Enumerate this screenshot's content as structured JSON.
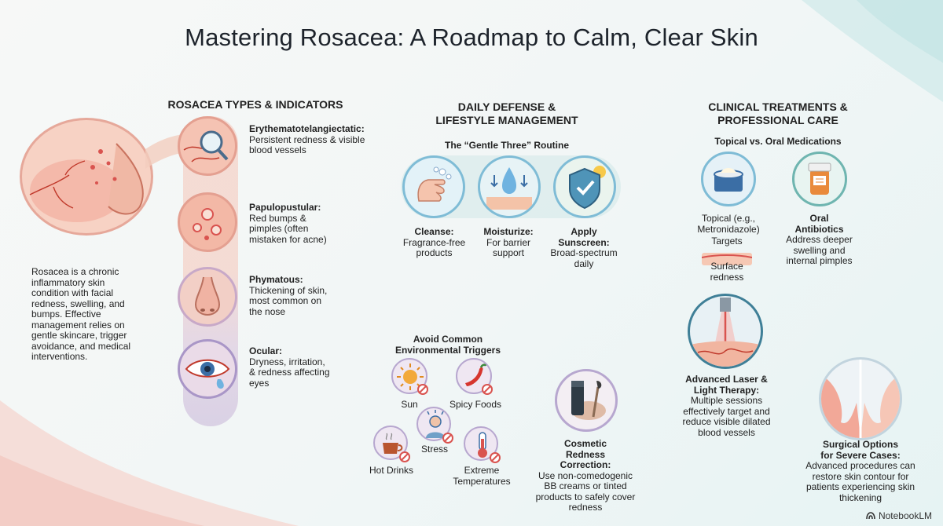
{
  "title": "Mastering Rosacea: A Roadmap to Calm, Clear Skin",
  "intro": "Rosacea is a chronic inflammatory skin condition with facial redness, swelling, and bumps. Effective management relies on gentle skincare, trigger avoidance, and medical interventions.",
  "types": {
    "heading": "ROSACEA TYPES & INDICATORS",
    "items": [
      {
        "name": "Erythematotelangiectatic:",
        "desc": "Persistent redness & visible blood vessels"
      },
      {
        "name": "Papulopustular:",
        "desc": "Red bumps & pimples (often mistaken for acne)"
      },
      {
        "name": "Phymatous:",
        "desc": "Thickening of skin, most common on the nose"
      },
      {
        "name": "Ocular:",
        "desc": "Dryness, irritation, & redness affecting eyes"
      }
    ]
  },
  "daily": {
    "heading": "DAILY DEFENSE & LIFESTYLE MANAGEMENT",
    "routine_title": "The “Gentle Three” Routine",
    "steps": [
      {
        "name": "Cleanse:",
        "desc": "Fragrance-free products"
      },
      {
        "name": "Moisturize:",
        "desc": "For barrier support"
      },
      {
        "name": "Apply Sunscreen:",
        "desc": "Broad-spectrum daily"
      }
    ],
    "triggers_title": "Avoid Common Environmental Triggers",
    "triggers": [
      "Sun",
      "Spicy Foods",
      "Stress",
      "Hot Drinks",
      "Extreme Temperatures"
    ],
    "cosmetic": {
      "name": "Cosmetic Redness Correction:",
      "desc": "Use non-comedogenic BB creams or tinted products to safely cover redness"
    }
  },
  "clinical": {
    "heading": "CLINICAL TREATMENTS & PROFESSIONAL CARE",
    "meds_title": "Topical vs. Oral Medications",
    "topical": {
      "name": "Topical (e.g., Metronidazole)",
      "targets": "Targets",
      "area": "Surface redness"
    },
    "oral": {
      "name": "Oral Antibiotics",
      "desc": "Address deeper swelling and internal pimples"
    },
    "laser": {
      "name": "Advanced Laser & Light Therapy:",
      "desc": "Multiple sessions effectively target and reduce visible dilated blood vessels"
    },
    "surgery": {
      "name": "Surgical Options for Severe Cases:",
      "desc": "Advanced procedures can restore skin contour for patients experiencing skin thickening"
    }
  },
  "brand": "NotebookLM",
  "colors": {
    "accent_red": "#d9534f",
    "teal": "#3aa7a8",
    "skin": "#f2b9a6",
    "lavender": "#b9a6cf"
  }
}
